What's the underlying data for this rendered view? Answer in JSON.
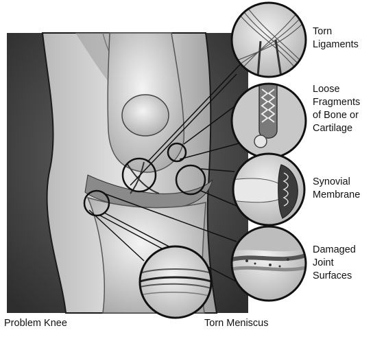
{
  "captions": {
    "problem_knee": "Problem Knee",
    "torn_meniscus": "Torn Meniscus"
  },
  "callouts": [
    {
      "id": "torn-ligaments",
      "label": "Torn\nLigaments"
    },
    {
      "id": "loose-fragments",
      "label": "Loose\nFragments\nof Bone or\nCartilage"
    },
    {
      "id": "synovial-membrane",
      "label": "Synovial\nMembrane"
    },
    {
      "id": "damaged-joint-surfaces",
      "label": "Damaged\nJoint\nSurfaces"
    }
  ],
  "colors": {
    "background": "#ffffff",
    "panel": "#3a3a3a",
    "bone": "#d2d2d2",
    "outline": "#111111"
  }
}
